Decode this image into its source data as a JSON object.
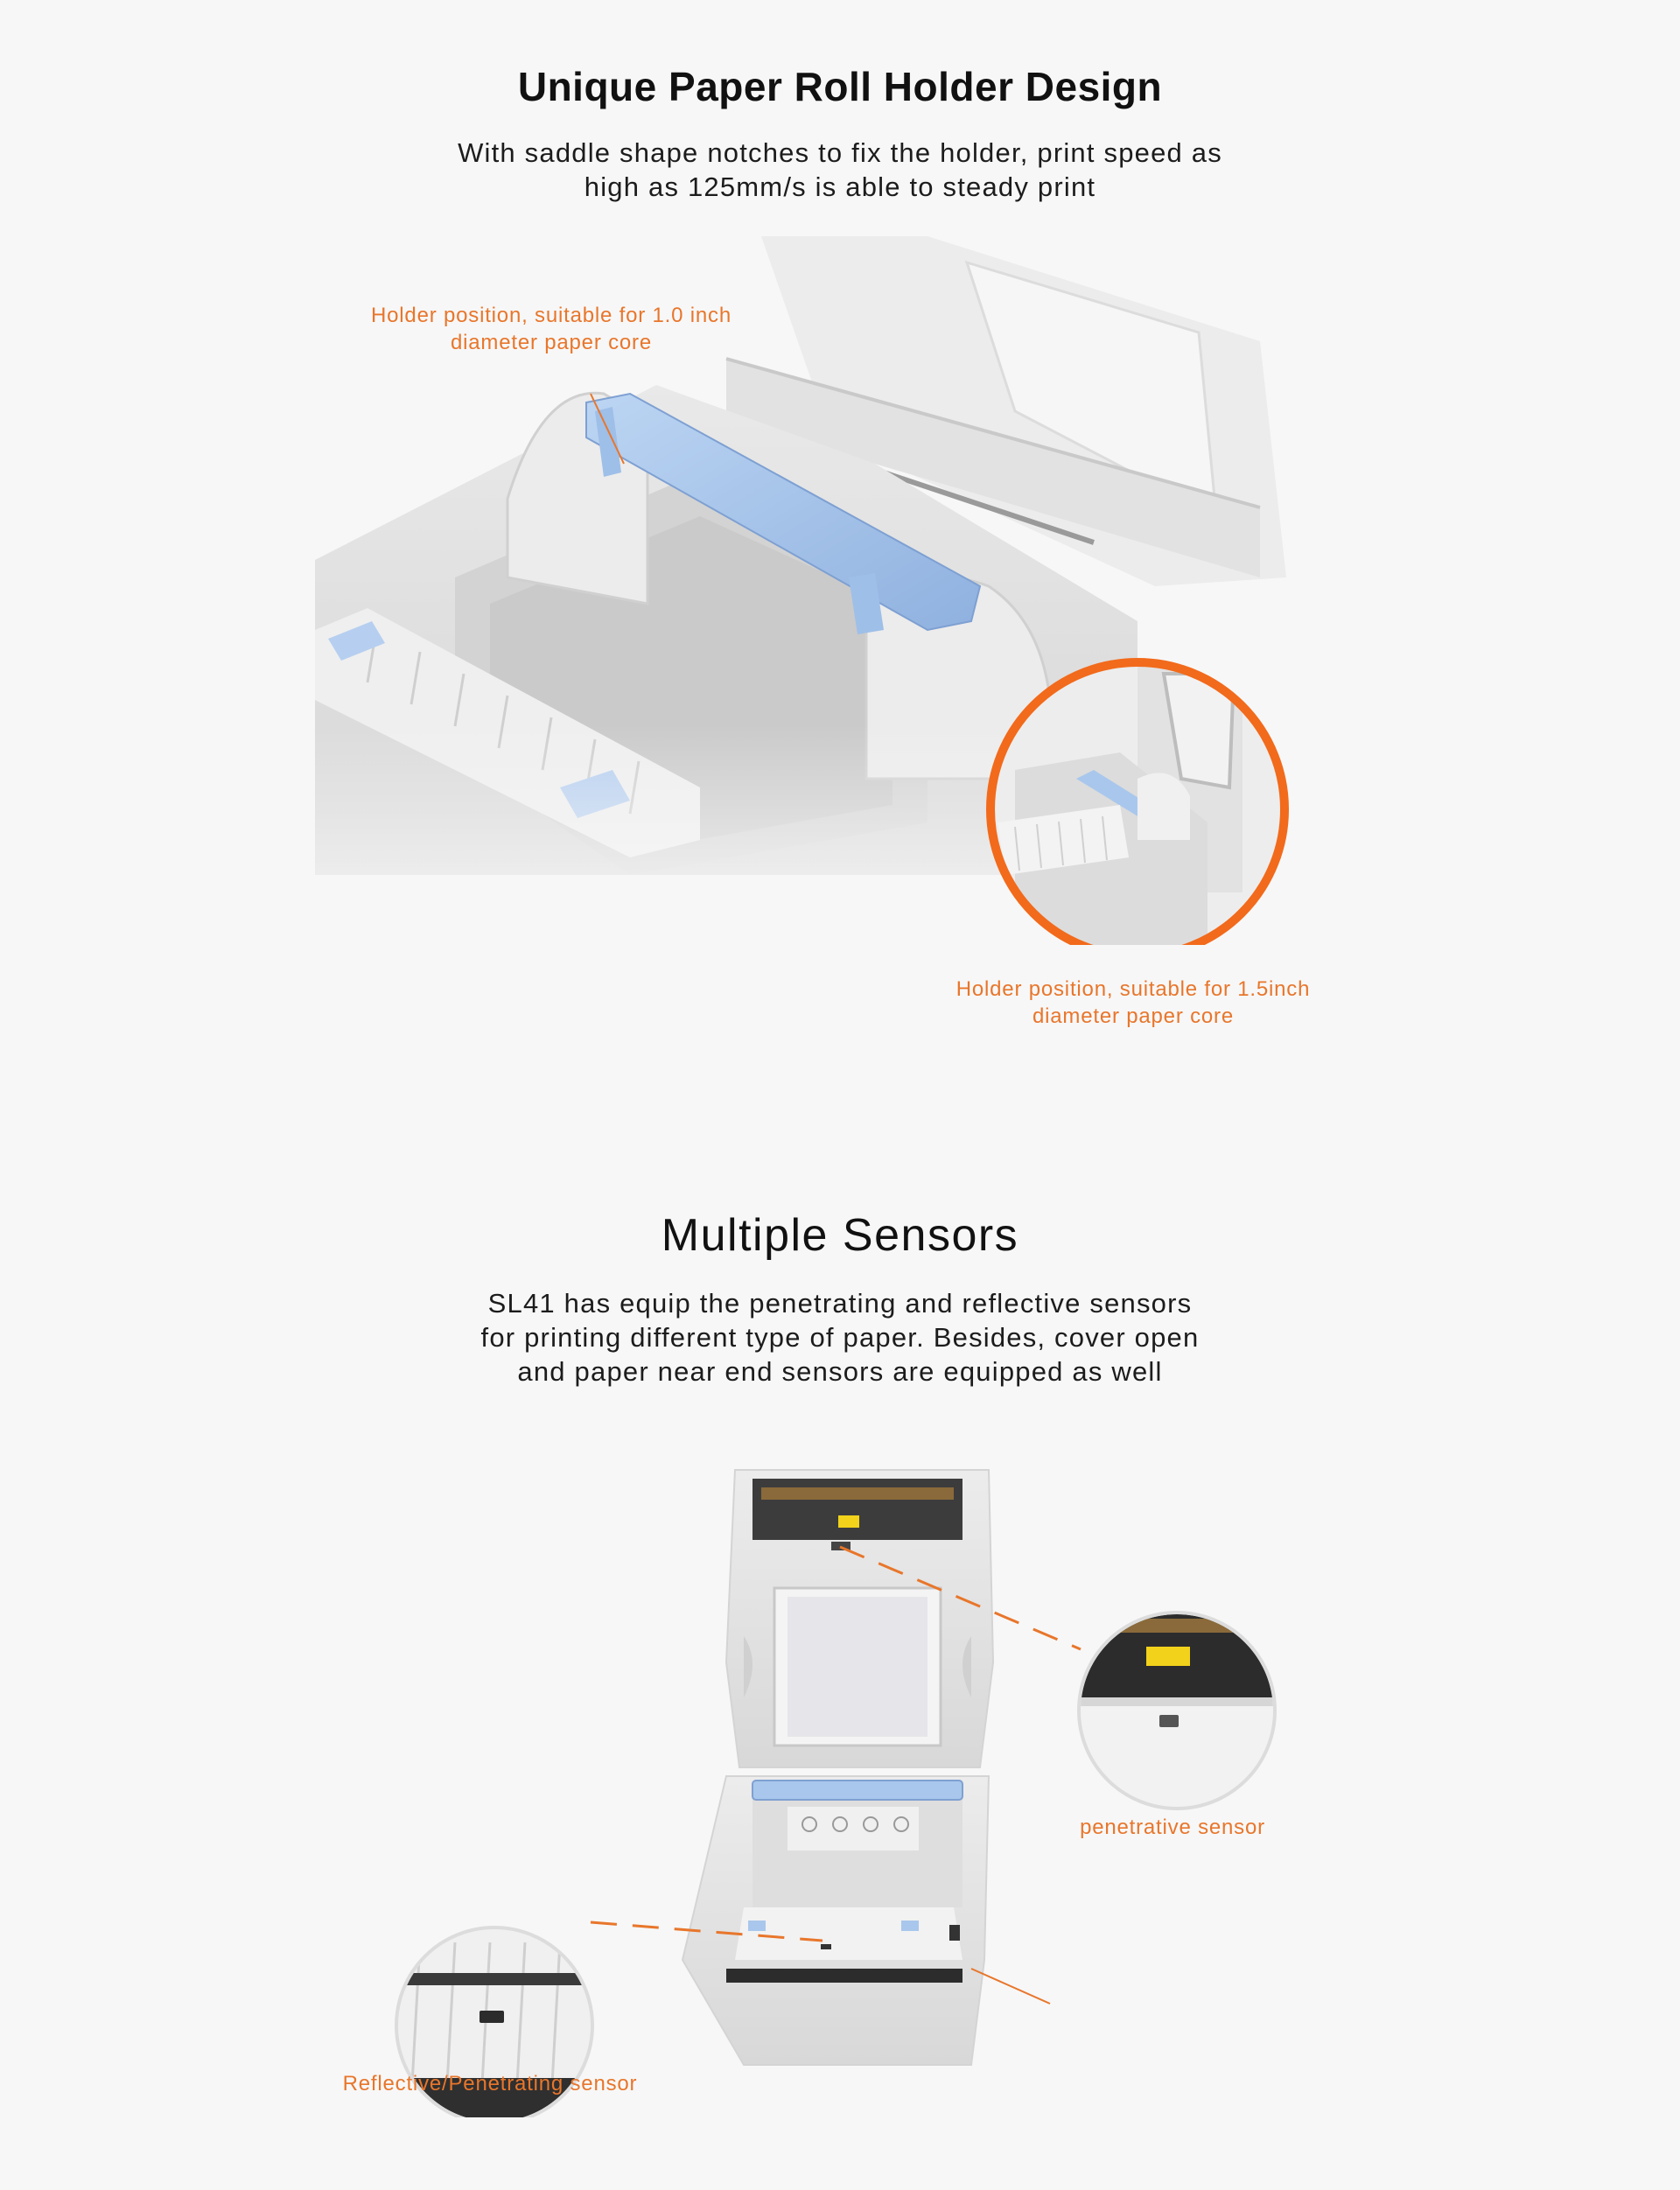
{
  "section1": {
    "title": "Unique Paper Roll Holder Design",
    "desc_line1": "With saddle shape notches to fix the holder, print speed as",
    "desc_line2": "high as 125mm/s is able to steady print",
    "callout_top_line1": "Holder position, suitable for 1.0 inch",
    "callout_top_line2": "diameter paper core",
    "callout_bottom_line1": "Holder position, suitable for 1.5inch",
    "callout_bottom_line2": "diameter paper core"
  },
  "section2": {
    "title": "Multiple Sensors",
    "desc_line1": "SL41 has equip the penetrating and reflective sensors",
    "desc_line2": "for printing different type of paper. Besides, cover open",
    "desc_line3": "and paper near end sensors are equipped as well",
    "label_penetrative": "penetrative sensor",
    "label_reflective": "Reflective/Penetrating sensor"
  },
  "colors": {
    "accent": "#e8762b",
    "holder_blue": "#a9c7ec",
    "printer_body": "#e4e4e4"
  }
}
